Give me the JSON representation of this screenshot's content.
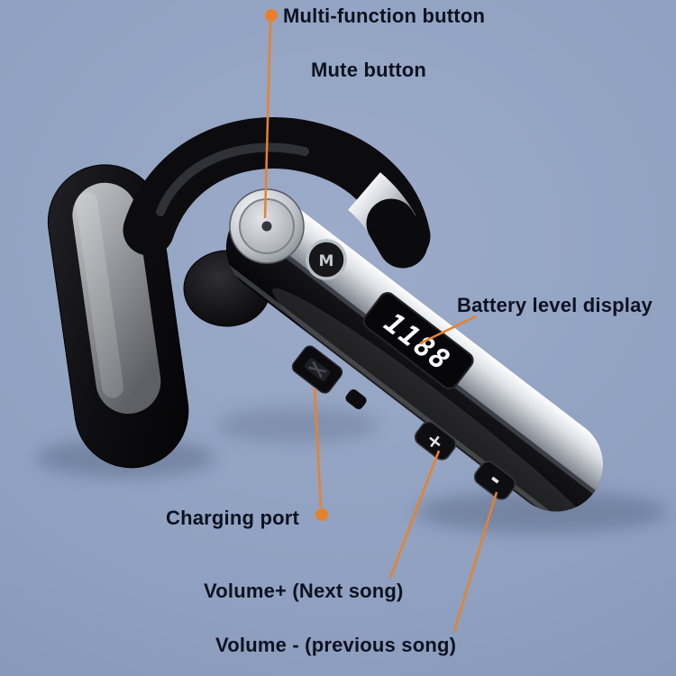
{
  "colors": {
    "background": "#8fa0c0",
    "accent": "#e6822d",
    "label_text": "#0d1220",
    "device_black": "#0c0c0f",
    "device_silver": "#c9cdd3"
  },
  "callouts": {
    "multi_function": "Multi-function button",
    "mute": "Mute button",
    "battery": "Battery level display",
    "charging": "Charging port",
    "volume_up": "Volume+ (Next song)",
    "volume_down": "Volume - (previous song)"
  },
  "device": {
    "mute_button_letter": "M",
    "battery_display_digits": "1188",
    "volume_up_symbol": "+",
    "volume_down_symbol": "-"
  }
}
